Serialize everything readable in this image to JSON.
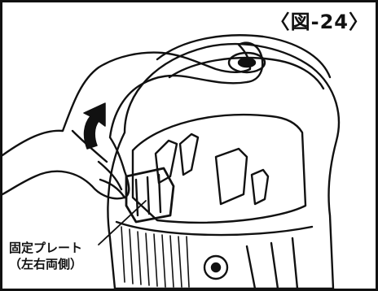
{
  "figure": {
    "label": "〈図-24〉",
    "callout": {
      "line1": "固定プレート",
      "line2": "（左右両側）"
    }
  },
  "icons": {
    "arrow": "curved-up-arrow-icon",
    "hand": "hand-illustration",
    "tool": "power-tool-illustration"
  },
  "colors": {
    "ink": "#111111",
    "paper": "#ffffff"
  }
}
